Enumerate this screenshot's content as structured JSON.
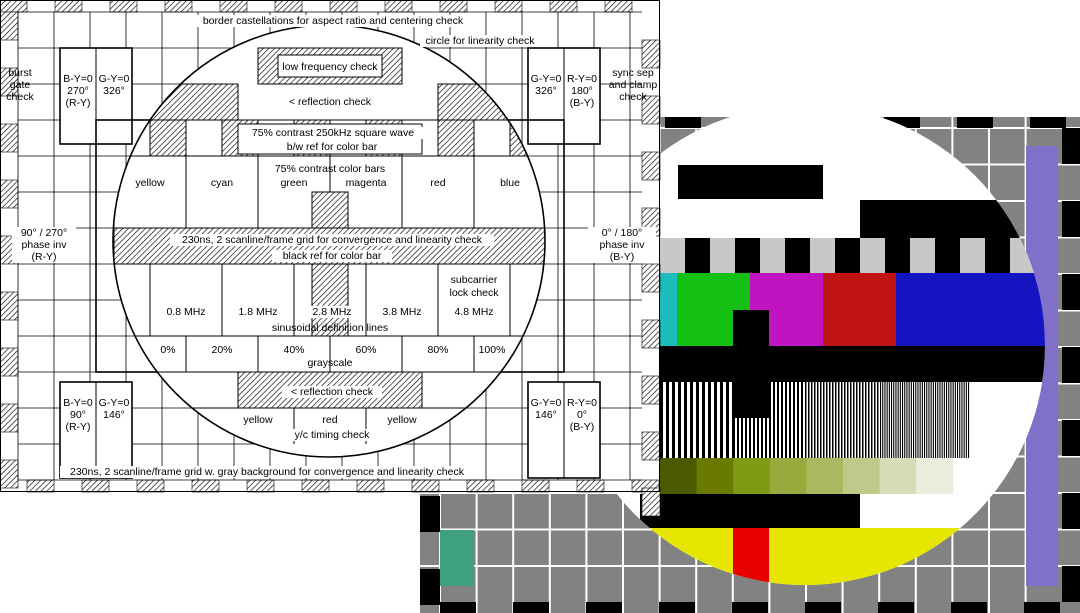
{
  "diagram": {
    "top_title": "border castellations for aspect ratio and centering check",
    "circle_label": "circle for linearity check",
    "low_freq": "low frequency check",
    "reflection_top": "< reflection check",
    "square_wave": "75% contrast 250kHz square wave",
    "bw_ref": "b/w ref for color bar",
    "color_bars_title_1": "75% contrast color bars",
    "color_bars": [
      "yellow",
      "cyan",
      "green",
      "magenta",
      "red",
      "blue"
    ],
    "grid_230": "230ns, 2 scanline/frame grid for convergence and linearity check",
    "black_ref": "black ref for color bar",
    "subcarrier": [
      "subcarrier",
      "lock check"
    ],
    "definition": [
      "0.8 MHz",
      "1.8 MHz",
      "2.8 MHz",
      "3.8 MHz",
      "4.8 MHz"
    ],
    "definition_title": "sinusoidal definition lines",
    "grayscale": [
      "0%",
      "20%",
      "40%",
      "60%",
      "80%",
      "100%"
    ],
    "grayscale_title": "grayscale",
    "reflection_bottom": "< reflection check",
    "timing_words": [
      "yellow",
      "red",
      "yellow"
    ],
    "timing_title": "y/c timing check",
    "bottom_title": "230ns, 2 scanline/frame grid w. gray background for convergence and linearity check",
    "left_burst": [
      "burst",
      "gate",
      "check"
    ],
    "right_sync": [
      "sync sep",
      "and clamp",
      "check"
    ],
    "left_top_by": [
      "B-Y=0",
      "270°",
      "(R-Y)"
    ],
    "left_top_gy": [
      "G-Y=0",
      "326°"
    ],
    "right_top_gy": [
      "G-Y=0",
      "326°"
    ],
    "right_top_ry": [
      "R-Y=0",
      "180°",
      "(B-Y)"
    ],
    "left_mid": [
      "90° / 270°",
      "phase inv",
      "(R-Y)"
    ],
    "right_mid": [
      "0° / 180°",
      "phase inv",
      "(B-Y)"
    ],
    "left_bot_by": [
      "B-Y=0",
      "90°",
      "(R-Y)"
    ],
    "left_bot_gy": [
      "G-Y=0",
      "146°"
    ],
    "right_bot_gy": [
      "G-Y=0",
      "146°"
    ],
    "right_bot_ry": [
      "R-Y=0",
      "0°",
      "(B-Y)"
    ]
  },
  "colors": {
    "bar_yellow": "#e6e600",
    "bar_cyan": "#1ebdbd",
    "bar_green": "#14c014",
    "bar_magenta": "#c014c0",
    "bar_red": "#c01414",
    "bar_blue": "#1414c0",
    "gray_bg": "#828282",
    "violet": "#8070c8",
    "teal": "#3ea080",
    "yellow_bottom": "#e6e600",
    "red_bottom": "#e60000",
    "grayscale_greens": [
      "#4a5a00",
      "#6a7a00",
      "#7f9a14",
      "#98aa3c",
      "#aab860",
      "#c0c88a",
      "#d8dcb6",
      "#ececdc"
    ]
  }
}
